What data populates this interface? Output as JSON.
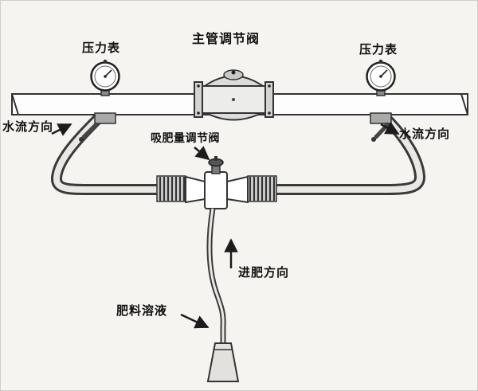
{
  "diagram": {
    "type": "piping-schematic",
    "subject": "venturi-fertilizer-injector",
    "labels": {
      "pressure_gauge_left": "压力表",
      "main_valve": "主管调节阀",
      "pressure_gauge_right": "压力表",
      "water_flow_left": "水流方向",
      "water_flow_right": "水流方向",
      "suction_valve": "吸肥量调节阀",
      "fertilizer_direction": "进肥方向",
      "fertilizer_solution": "肥料溶液"
    },
    "colors": {
      "line": "#333333",
      "background": "#f5f4f1",
      "pipe_fill": "#fdfdfd",
      "fitting_fill": "#a9a9a9",
      "rib_fill": "#c8c8c8"
    }
  }
}
